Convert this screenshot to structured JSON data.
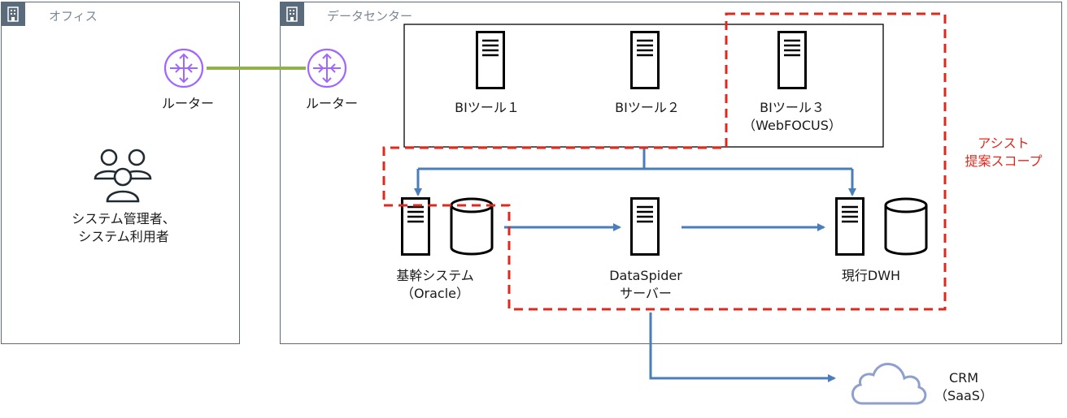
{
  "office": {
    "title": "オフィス",
    "router_label": "ルーター",
    "users_label_line1": "システム管理者、",
    "users_label_line2": "システム利用者"
  },
  "datacenter": {
    "title": "データセンター",
    "router_label": "ルーター",
    "bi_tool_1": "BIツール１",
    "bi_tool_2": "BIツール２",
    "bi_tool_3_line1": "BIツール３",
    "bi_tool_3_line2": "（WebFOCUS）",
    "core_system_line1": "基幹システム",
    "core_system_line2": "（Oracle）",
    "dataspider_line1": "DataSpider",
    "dataspider_line2": "サーバー",
    "current_dwh": "現行DWH"
  },
  "scope": {
    "label_line1": "アシスト",
    "label_line2": "提案スコープ"
  },
  "crm": {
    "label_line1": "CRM",
    "label_line2": "（SaaS）"
  },
  "colors": {
    "group_border": "#5a6b7b",
    "router": "#a166ff",
    "link_line": "#8fb34a",
    "arrow": "#4a7ebb",
    "scope": "#e0281e",
    "cloud": "#8f9fce",
    "server": "#000000"
  }
}
